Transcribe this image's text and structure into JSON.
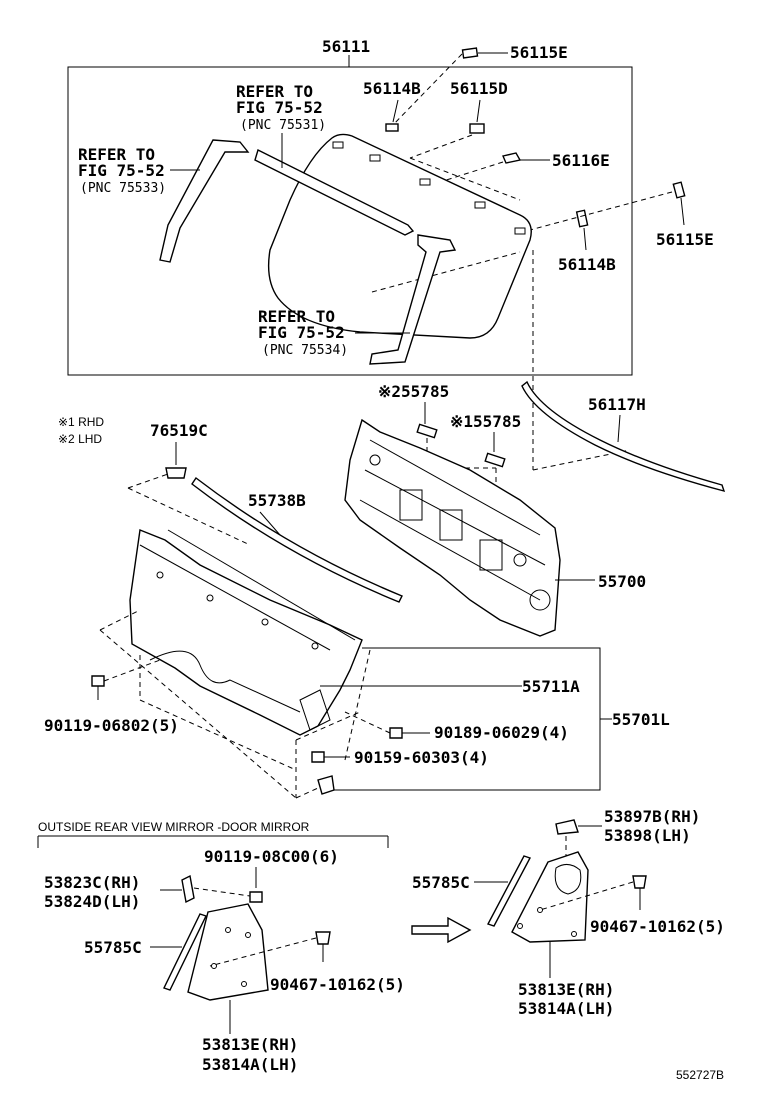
{
  "labels": {
    "p56111": "56111",
    "p56115E_top": "56115E",
    "p56114B_top": "56114B",
    "p56115D": "56115D",
    "p56116E": "56116E",
    "p56114B_right": "56114B",
    "p56115E_right": "56115E",
    "refer1_l1": "REFER TO",
    "refer1_l2": "FIG 75-52",
    "refer1_l3": "(PNC 75531)",
    "refer2_l1": "REFER TO",
    "refer2_l2": "FIG 75-52",
    "refer2_l3": "(PNC 75533)",
    "refer3_l1": "REFER TO",
    "refer3_l2": "FIG 75-52",
    "refer3_l3": "(PNC 75534)",
    "p55785_lhd": "※255785",
    "p55785_rhd": "※155785",
    "p56117H": "56117H",
    "note_rhd": "※1 RHD",
    "note_lhd": "※2 LHD",
    "p76519C": "76519C",
    "p55738B": "55738B",
    "p55700": "55700",
    "p55711A": "55711A",
    "p55701L": "55701L",
    "p90119_06802": "90119-06802(5)",
    "p90189_06029": "90189-06029(4)",
    "p90159_60303": "90159-60303(4)",
    "section_title": "OUTSIDE REAR VIEW MIRROR -DOOR MIRROR",
    "p90119_08C00": "90119-08C00(6)",
    "p53823C": "53823C(RH)",
    "p53824D": "53824D(LH)",
    "p55785C_left": "55785C",
    "p90467_left": "90467-10162(5)",
    "p53813E_left": "53813E(RH)",
    "p53814A_left": "53814A(LH)",
    "p53897B": "53897B(RH)",
    "p53898": "53898(LH)",
    "p55785C_right": "55785C",
    "p90467_right": "90467-10162(5)",
    "p53813E_right": "53813E(RH)",
    "p53814A_right": "53814A(LH)",
    "diagram_id": "552727B"
  }
}
